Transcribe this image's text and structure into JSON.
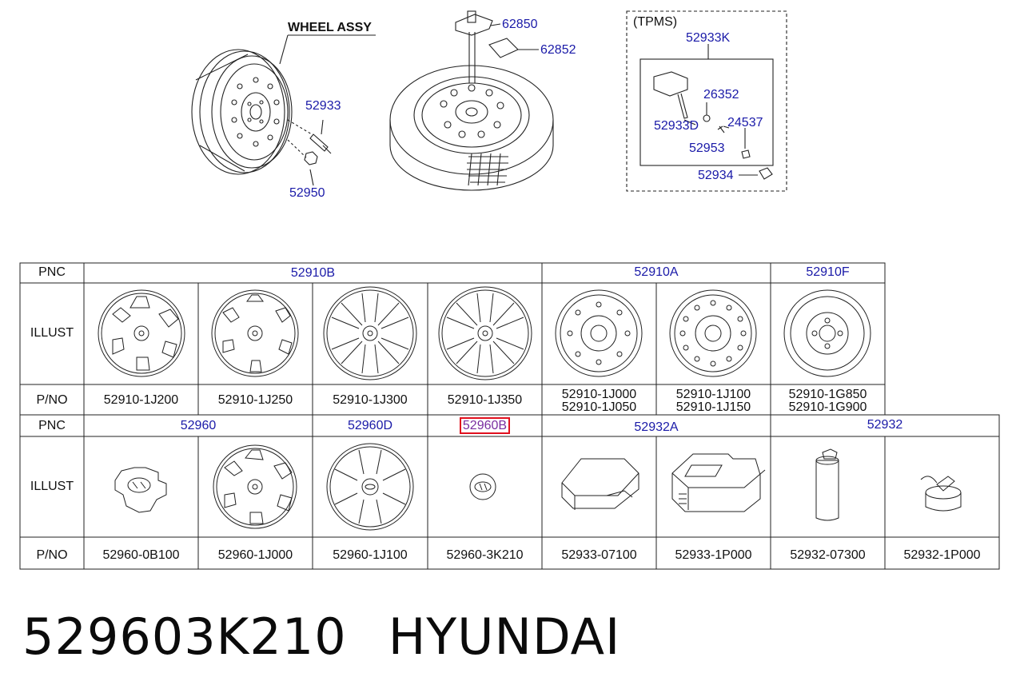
{
  "diagram": {
    "wheel_assy_label": "WHEEL ASSY",
    "tpms_label": "(TPMS)",
    "callouts": {
      "c62850": "62850",
      "c62852": "62852",
      "c52933K": "52933K",
      "c52933": "52933",
      "c52950": "52950",
      "c26352": "26352",
      "c52933D": "52933D",
      "c24537": "24537",
      "c52953": "52953",
      "c52934": "52934"
    }
  },
  "table": {
    "pnc_label": "PNC",
    "illust_label": "ILLUST",
    "pno_label": "P/NO",
    "row1": {
      "groups": [
        "52910B",
        "52910A",
        "52910F"
      ],
      "parts": [
        [
          "52910-1J200"
        ],
        [
          "52910-1J250"
        ],
        [
          "52910-1J300"
        ],
        [
          "52910-1J350"
        ],
        [
          "52910-1J000",
          "52910-1J050"
        ],
        [
          "52910-1J100",
          "52910-1J150"
        ],
        [
          "52910-1G850",
          "52910-1G900"
        ]
      ],
      "illust_icons": [
        "alloy-wheel-icon",
        "alloy-wheel-icon",
        "alloy-wheel-icon",
        "alloy-wheel-icon",
        "steel-wheel-icon",
        "steel-wheel-icon",
        "steel-wheel-icon"
      ]
    },
    "row2": {
      "groups": [
        "52960",
        "52960D",
        "52960B",
        "52932A",
        "52932"
      ],
      "parts": [
        "52960-0B100",
        "52960-1J000",
        "52960-1J100",
        "52960-3K210",
        "52933-07100",
        "52933-1P000",
        "52932-07300",
        "52932-1P000"
      ],
      "illust_icons": [
        "center-cap-icon",
        "wheel-cover-icon",
        "wheel-cover-icon",
        "emblem-cap-icon",
        "repair-kit-case-icon",
        "compressor-icon",
        "sealant-bottle-icon",
        "sealant-bottle-icon"
      ]
    },
    "selected_pnc": "52960B"
  },
  "footer": {
    "part_number": "529603K210",
    "brand": "HYUNDAI"
  },
  "colors": {
    "link": "#1a1aa8",
    "selected_outline": "#e0101e",
    "line": "#222222"
  }
}
